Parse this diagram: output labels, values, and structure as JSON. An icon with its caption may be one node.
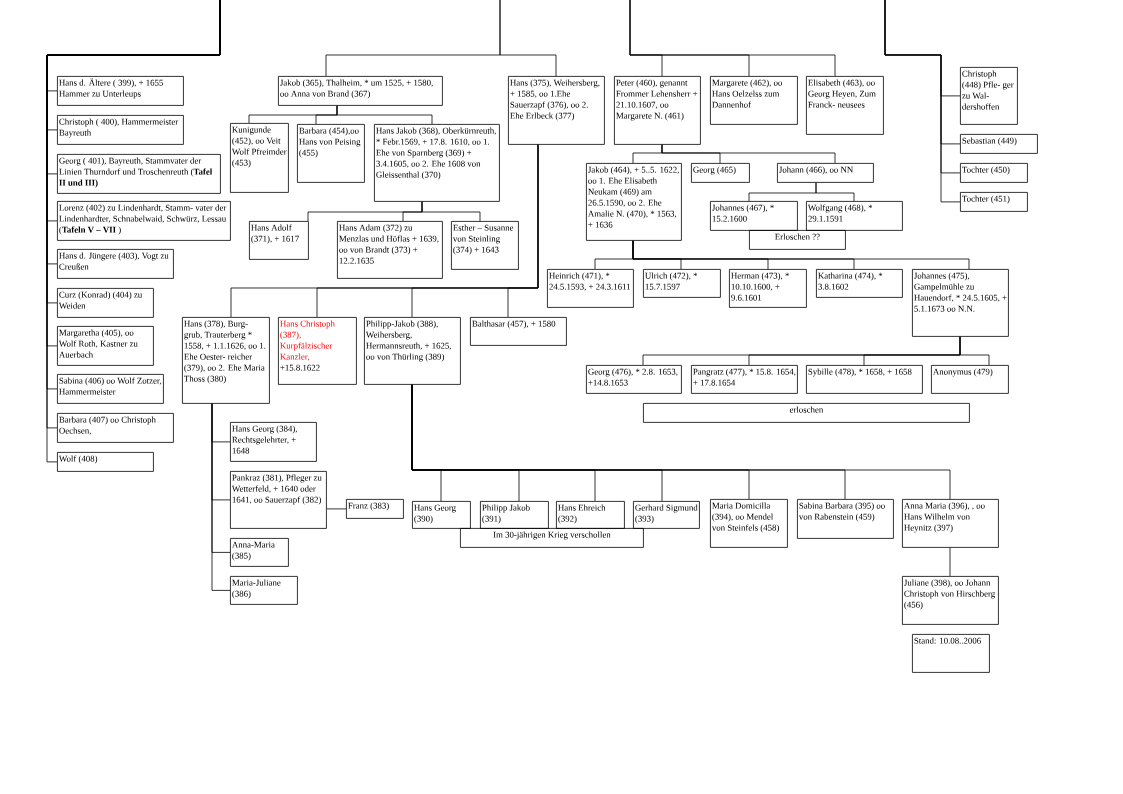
{
  "diagram": {
    "nodes": [
      {
        "text": [
          "Hans d. Ältere ( 399), + 1655 Hammer zu Unterleups"
        ]
      },
      {
        "text": [
          "Christoph ( 400), Hammermeister Bayreuth"
        ]
      },
      {
        "text": [
          "Georg ( 401), Bayreuth, Stammvater der Linien Thurndorf und Troschenreuth (**Tafel II und III)**"
        ]
      },
      {
        "text": [
          "Lorenz (402) zu Lindenhardt, Stamm- vater der Lindenhardter, Schnabelwaid, Schwürz, Lessau (**Tafeln V – VII** )"
        ]
      },
      {
        "text": [
          "Hans d. Jüngere (403), Vogt zu Creußen"
        ]
      },
      {
        "text": [
          "Curz (Konrad) (404) zu Weiden"
        ]
      },
      {
        "text": [
          "Margaretha (405), oo Wolf Roth, Kastner zu Auerbach"
        ]
      },
      {
        "text": [
          "Sabina (406) oo Wolf Zotzer, Hammermeister"
        ]
      },
      {
        "text": [
          "Barbara (407) oo Christoph Oechsen,"
        ]
      },
      {
        "text": [
          "Wolf (408)"
        ]
      },
      {
        "text": [
          "Jakob (365), Thalheim, * um 1525, + 1580, oo Anna von Brand (367)"
        ]
      },
      {
        "text": [
          "Hans (375), Weihersberg, + 1585, oo 1.Ehe Sauerzapf (376), oo 2. Ehe Erlbeck (377)"
        ]
      },
      {
        "text": [
          "Peter (460), genannt Frommer Lehensherr + 21.10.1607, oo Margarete N. (461)"
        ]
      },
      {
        "text": [
          "Margarete (462), oo Hans Oelzelss zum Dannenhof"
        ]
      },
      {
        "text": [
          "Elisabeth (463), oo Georg Heyen, Zum Franck- neusees"
        ]
      },
      {
        "text": [
          "Christoph (448) Pfle- ger zu Wal- dershoffen"
        ]
      },
      {
        "text": [
          "Sebastian (449)"
        ]
      },
      {
        "text": [
          "Tochter (450)"
        ]
      },
      {
        "text": [
          "Tochter (451)"
        ]
      },
      {
        "text": [
          "Kunigunde (452), oo Veit Wolf Pfreimder (453)"
        ]
      },
      {
        "text": [
          "Barbara (454),oo Hans von Peising (455)"
        ]
      },
      {
        "text": [
          "Hans Jakob (368), Oberkürnreuth, * Febr.1569, + 17.8. 1610, oo 1. Ehe von Sparnberg (369) + 3.4.1605, oo 2. Ehe 1608 von Gleissenthal (370)"
        ]
      },
      {
        "text": [
          "Jakob (464), + 5..5. 1622, oo 1. Ehe Elisabeth Neukam (469) am 26.5.1590, oo 2. Ehe Amalie N. (470), * 1563, + 1636"
        ]
      },
      {
        "text": [
          "Georg (465)"
        ]
      },
      {
        "text": [
          "Johann (466), oo NN"
        ]
      },
      {
        "text": [
          "Johannes (467), * 15.2.1600"
        ]
      },
      {
        "text": [
          "Wolfgang (468), * 29.1.1591"
        ]
      },
      {
        "text": [
          "Erloschen ??"
        ]
      },
      {
        "text": [
          "Hans Adolf (371), + 1617"
        ]
      },
      {
        "text": [
          "Hans Adam (372) zu Menzlas und Höflas + 1639, oo von Brandt (373) + 12.2.1635"
        ]
      },
      {
        "text": [
          "Esther – Susanne von Steinling (374) + 1643"
        ]
      },
      {
        "text": [
          "Heinrich (471), * 24.5.1593, + 24.3.1611"
        ]
      },
      {
        "text": [
          "Ulrich (472), * 15.7.1597"
        ]
      },
      {
        "text": [
          "Herman (473), * 10.10.1600, + 9.6.1601"
        ]
      },
      {
        "text": [
          "Katharina (474), * 3.8.1602"
        ]
      },
      {
        "text": [
          "Johannes (475), Gampelmühle zu Hauendorf, * 24.5.1605, + 5.1.1673 oo N.N."
        ]
      },
      {
        "text": [
          "Hans (378), Burg- grub, Trauterberg * 1558, + 1.1.1626, oo 1. Ehe Oester- reicher (379), oo 2. Ehe Maria Thoss (380)"
        ]
      },
      {
        "text": [
          "Hans Christoph (387), Kurpfälzischer Kanzler,",
          "+15.8.1622"
        ]
      },
      {
        "text": [
          "Philipp-Jakob (388), Weihersberg, Hermannsreuth, + 1625, oo von Thürling (389)"
        ]
      },
      {
        "text": [
          "Balthasar (457), + 1580"
        ]
      },
      {
        "text": [
          "Georg (476), * 2.8. 1653, +14.8.1653"
        ]
      },
      {
        "text": [
          "Pangratz (477), * 15.8. 1654, + 17.8.1654"
        ]
      },
      {
        "text": [
          "Sybille (478), * 1658, + 1658"
        ]
      },
      {
        "text": [
          "Anonymus (479)"
        ]
      },
      {
        "text": [
          "erloschen"
        ]
      },
      {
        "text": [
          "Hans Georg (384), Rechtsgelehrter, + 1648"
        ]
      },
      {
        "text": [
          "Pankraz (381), Pfleger zu Wetterfeld, + 1640 oder 1641, oo Sauerzapf (382)"
        ]
      },
      {
        "text": [
          "Franz (383)"
        ]
      },
      {
        "text": [
          "Anna-Maria (385)"
        ]
      },
      {
        "text": [
          "Maria-Juliane (386)"
        ]
      },
      {
        "text": [
          "Hans Georg (390)"
        ]
      },
      {
        "text": [
          "Philipp Jakob (391)"
        ]
      },
      {
        "text": [
          "Hans Ehreich (392)"
        ]
      },
      {
        "text": [
          "Gerhard Sigmund (393)"
        ]
      },
      {
        "text": [
          "Maria Domicilla (394), oo Mendel von Steinfels (458)"
        ]
      },
      {
        "text": [
          "Sabina Barbara (395) oo von Rabenstein (459)"
        ]
      },
      {
        "text": [
          "Anna Maria (396), , oo Hans Wilhelm von Heynitz (397)"
        ]
      },
      {
        "text": [
          "Im 30-jährigen Krieg verschollen"
        ]
      },
      {
        "text": [
          "Juliane (398), oo Johann Christoph von Hirschberg (456)"
        ]
      },
      {
        "text": [
          "Stand: 10.08..2006"
        ]
      }
    ],
    "edges": [
      {
        "from": null,
        "to": 0,
        "arrow": "none"
      },
      {
        "from": null,
        "to": 1,
        "arrow": "none"
      },
      {
        "from": null,
        "to": 2,
        "arrow": "none"
      },
      {
        "from": null,
        "to": 3,
        "arrow": "none"
      },
      {
        "from": null,
        "to": 4,
        "arrow": "none"
      },
      {
        "from": null,
        "to": 5,
        "arrow": "none"
      },
      {
        "from": null,
        "to": 6,
        "arrow": "none"
      },
      {
        "from": null,
        "to": 7,
        "arrow": "none"
      },
      {
        "from": null,
        "to": 8,
        "arrow": "none"
      },
      {
        "from": null,
        "to": 9,
        "arrow": "none"
      },
      {
        "from": null,
        "to": 10,
        "arrow": "none"
      },
      {
        "from": null,
        "to": 11,
        "arrow": "none"
      },
      {
        "from": null,
        "to": 12,
        "arrow": "none"
      },
      {
        "from": null,
        "to": 13,
        "arrow": "none"
      },
      {
        "from": null,
        "to": 14,
        "arrow": "none"
      },
      {
        "from": null,
        "to": 15,
        "arrow": "none"
      },
      {
        "from": null,
        "to": 16,
        "arrow": "none"
      },
      {
        "from": null,
        "to": 17,
        "arrow": "none"
      },
      {
        "from": null,
        "to": 18,
        "arrow": "none"
      },
      {
        "from": 10,
        "to": 19,
        "arrow": "none"
      },
      {
        "from": 10,
        "to": 20,
        "arrow": "none"
      },
      {
        "from": 10,
        "to": 21,
        "arrow": "none"
      },
      {
        "from": 21,
        "to": 28,
        "arrow": "none"
      },
      {
        "from": 21,
        "to": 29,
        "arrow": "none"
      },
      {
        "from": 21,
        "to": 30,
        "arrow": "none"
      },
      {
        "from": 12,
        "to": 22,
        "arrow": "none"
      },
      {
        "from": 12,
        "to": 23,
        "arrow": "none"
      },
      {
        "from": 12,
        "to": 24,
        "arrow": "none"
      },
      {
        "from": 24,
        "to": 25,
        "arrow": "none"
      },
      {
        "from": 24,
        "to": 26,
        "arrow": "none"
      },
      {
        "from": 22,
        "to": 31,
        "arrow": "none"
      },
      {
        "from": 22,
        "to": 32,
        "arrow": "none"
      },
      {
        "from": 22,
        "to": 33,
        "arrow": "none"
      },
      {
        "from": 22,
        "to": 34,
        "arrow": "none"
      },
      {
        "from": 22,
        "to": 35,
        "arrow": "none"
      },
      {
        "from": 11,
        "to": 36,
        "arrow": "none"
      },
      {
        "from": 11,
        "to": 37,
        "arrow": "none"
      },
      {
        "from": 11,
        "to": 38,
        "arrow": "none"
      },
      {
        "from": 11,
        "to": 39,
        "arrow": "none"
      },
      {
        "from": 35,
        "to": 40,
        "arrow": "none"
      },
      {
        "from": 35,
        "to": 41,
        "arrow": "none"
      },
      {
        "from": 35,
        "to": 42,
        "arrow": "none"
      },
      {
        "from": 35,
        "to": 43,
        "arrow": "none"
      },
      {
        "from": 36,
        "to": 45,
        "arrow": "none"
      },
      {
        "from": 36,
        "to": 46,
        "arrow": "none"
      },
      {
        "from": 36,
        "to": 48,
        "arrow": "none"
      },
      {
        "from": 36,
        "to": 49,
        "arrow": "none"
      },
      {
        "from": 46,
        "to": 47,
        "arrow": "none"
      },
      {
        "from": 38,
        "to": 50,
        "arrow": "none"
      },
      {
        "from": 38,
        "to": 51,
        "arrow": "none"
      },
      {
        "from": 38,
        "to": 52,
        "arrow": "none"
      },
      {
        "from": 38,
        "to": 53,
        "arrow": "none"
      },
      {
        "from": 38,
        "to": 54,
        "arrow": "none"
      },
      {
        "from": 38,
        "to": 55,
        "arrow": "none"
      },
      {
        "from": 38,
        "to": 56,
        "arrow": "none"
      },
      {
        "from": 56,
        "to": 58,
        "arrow": "none"
      }
    ]
  }
}
